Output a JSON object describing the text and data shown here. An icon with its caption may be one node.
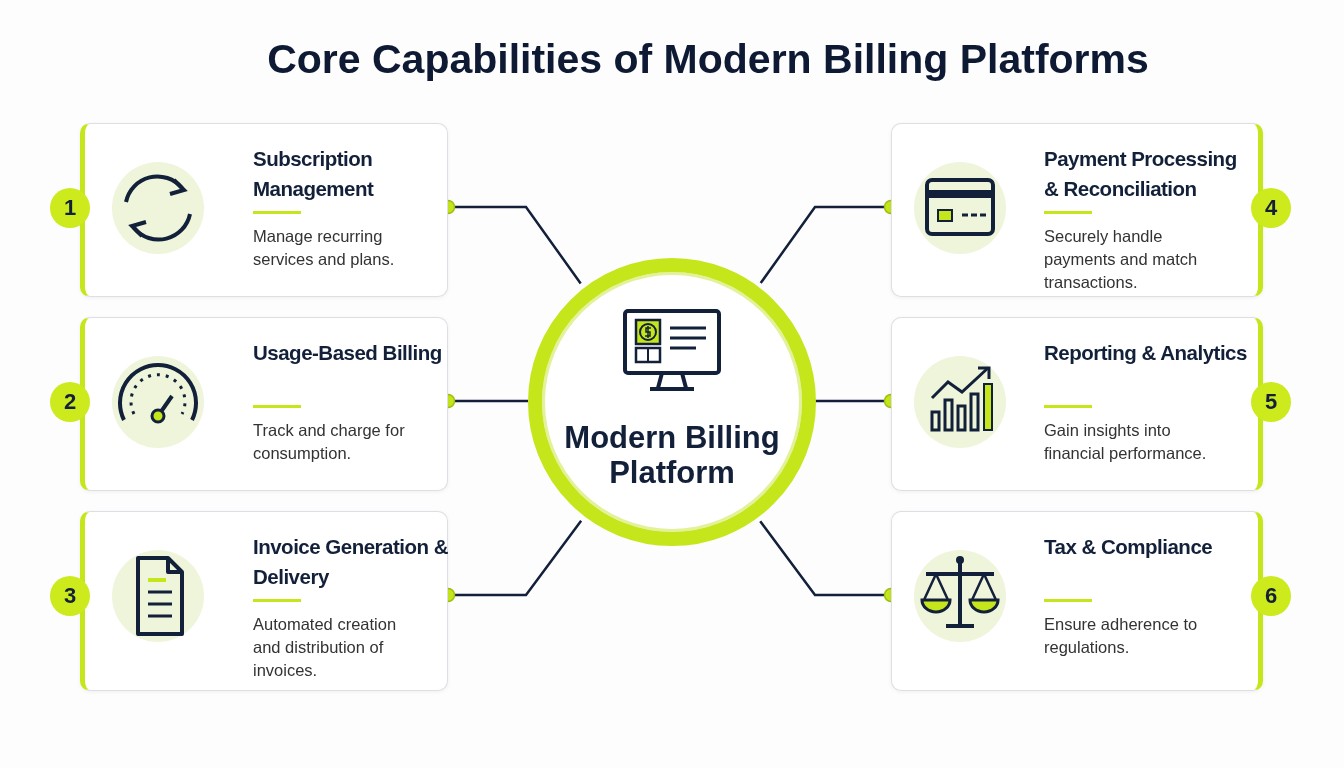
{
  "diagram": {
    "title": "Core Capabilities of Modern Billing Platforms",
    "nodes": [
      {
        "text": [
          "Subscription Management",
          "Manage recurring services and plans."
        ],
        "beside": [
          "1"
        ]
      },
      {
        "text": [
          "Usage-Based Billing",
          "Track and charge for consumption."
        ],
        "beside": [
          "2"
        ]
      },
      {
        "text": [
          "Invoice Generation & Delivery",
          "Automated creation and distribution of invoices."
        ],
        "beside": [
          "3"
        ]
      },
      {
        "text": [
          "Payment Processing & Reconciliation",
          "Securely handle payments and match transactions."
        ],
        "beside": [
          "4"
        ]
      },
      {
        "text": [
          "Reporting & Analytics",
          "Gain insights into financial performance."
        ],
        "beside": [
          "5"
        ]
      },
      {
        "text": [
          "Tax & Compliance",
          "Ensure adherence to regulations."
        ],
        "beside": [
          "6"
        ]
      },
      {
        "text": [
          "Modern Billing Platform"
        ]
      }
    ],
    "edges": [
      {
        "from": 6,
        "to": 0,
        "arrow": "other"
      },
      {
        "from": 6,
        "to": 1,
        "arrow": "other"
      },
      {
        "from": 6,
        "to": 2,
        "arrow": "other"
      },
      {
        "from": 6,
        "to": 3,
        "arrow": "other"
      },
      {
        "from": 6,
        "to": 4,
        "arrow": "other"
      },
      {
        "from": 6,
        "to": 5,
        "arrow": "other"
      }
    ]
  }
}
